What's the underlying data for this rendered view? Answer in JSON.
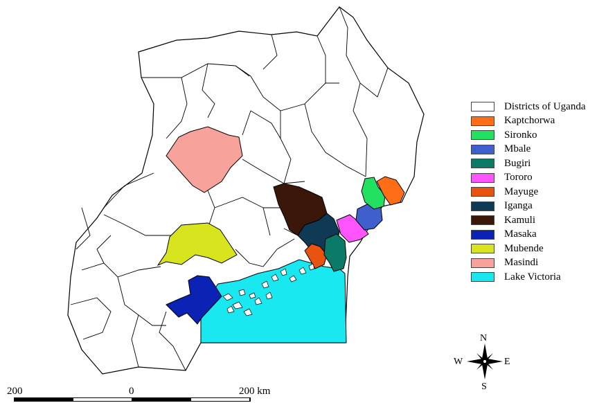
{
  "legend": {
    "items": [
      {
        "label": "Districts of Uganda",
        "color": "#ffffff"
      },
      {
        "label": "Kaptchorwa",
        "color": "#ff6d16"
      },
      {
        "label": "Sironko",
        "color": "#22e060"
      },
      {
        "label": "Mbale",
        "color": "#3f5fcc"
      },
      {
        "label": "Bugiri",
        "color": "#0b7a66"
      },
      {
        "label": "Tororo",
        "color": "#ff55ff"
      },
      {
        "label": "Mayuge",
        "color": "#e8530f"
      },
      {
        "label": "Iganga",
        "color": "#0e3a55"
      },
      {
        "label": "Kamuli",
        "color": "#3a1708"
      },
      {
        "label": "Masaka",
        "color": "#0a23b4"
      },
      {
        "label": "Mubende",
        "color": "#d8e41e"
      },
      {
        "label": "Masindi",
        "color": "#f7a39b"
      },
      {
        "label": "Lake Victoria",
        "color": "#1ae8f0"
      }
    ]
  },
  "compass": {
    "north": "N",
    "south": "S",
    "east": "E",
    "west": "W"
  },
  "scale": {
    "left": "200",
    "middle": "0",
    "right": "200 km"
  }
}
